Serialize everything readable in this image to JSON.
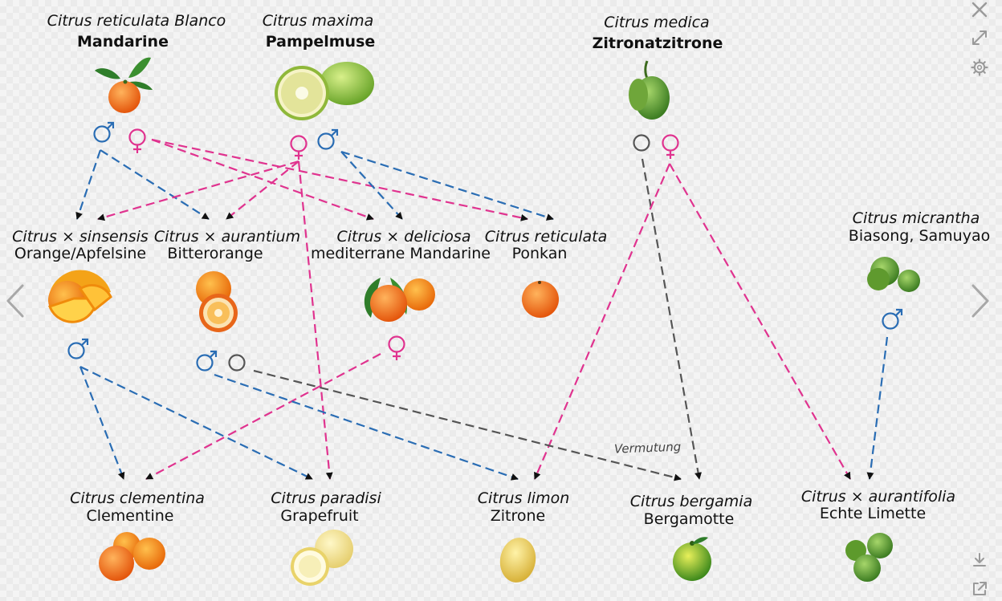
{
  "colors": {
    "male": "#2a6db4",
    "female": "#e0338f",
    "unknown": "#555555",
    "background": "#f4f4f4"
  },
  "nodes": [
    {
      "id": "mandarine",
      "species": "Citrus reticulata Blanco",
      "common": "Mandarine",
      "fruit": "mandarin-fruit-icon"
    },
    {
      "id": "pampelmuse",
      "species": "Citrus maxima",
      "common": "Pampelmuse",
      "fruit": "pomelo-fruit-icon"
    },
    {
      "id": "zitronatzitrone",
      "species": "Citrus medica",
      "common": "Zitronatzitrone",
      "fruit": "citron-fruit-icon"
    },
    {
      "id": "orange",
      "species": "Citrus × sinsensis",
      "common": "Orange/Apfelsine",
      "fruit": "orange-fruit-icon"
    },
    {
      "id": "bitterorange",
      "species": "Citrus × aurantium",
      "common": "Bitterorange",
      "fruit": "bitter-orange-fruit-icon"
    },
    {
      "id": "mediterrane",
      "species": "Citrus × deliciosa",
      "common": "mediterrane Mandarine",
      "fruit": "mediterranean-mandarin-fruit-icon"
    },
    {
      "id": "ponkan",
      "species": "Citrus reticulata",
      "common": "Ponkan",
      "fruit": "ponkan-fruit-icon"
    },
    {
      "id": "micrantha",
      "species": "Citrus micrantha",
      "common": "Biasong, Samuyao",
      "fruit": "micrantha-fruit-icon"
    },
    {
      "id": "clementine",
      "species": "Citrus clementina",
      "common": "Clementine",
      "fruit": "clementine-fruit-icon"
    },
    {
      "id": "grapefruit",
      "species": "Citrus paradisi",
      "common": "Grapefruit",
      "fruit": "grapefruit-fruit-icon"
    },
    {
      "id": "zitrone",
      "species": "Citrus limon",
      "common": "Zitrone",
      "fruit": "lemon-fruit-icon"
    },
    {
      "id": "bergamotte",
      "species": "Citrus bergamia",
      "common": "Bergamotte",
      "fruit": "bergamot-fruit-icon"
    },
    {
      "id": "limette",
      "species": "Citrus × aurantifolia",
      "common": "Echte Limette",
      "fruit": "lime-fruit-icon"
    }
  ],
  "edges": [
    {
      "from": "mandarine",
      "to": "orange",
      "role": "male"
    },
    {
      "from": "mandarine",
      "to": "bitterorange",
      "role": "male"
    },
    {
      "from": "mandarine",
      "to": "mediterrane",
      "role": "female"
    },
    {
      "from": "mandarine",
      "to": "ponkan",
      "role": "female"
    },
    {
      "from": "pampelmuse",
      "to": "orange",
      "role": "female"
    },
    {
      "from": "pampelmuse",
      "to": "bitterorange",
      "role": "female"
    },
    {
      "from": "pampelmuse",
      "to": "grapefruit",
      "role": "female"
    },
    {
      "from": "pampelmuse",
      "to": "mediterrane",
      "role": "male"
    },
    {
      "from": "pampelmuse",
      "to": "ponkan",
      "role": "male"
    },
    {
      "from": "zitronatzitrone",
      "to": "bergamotte",
      "role": "unknown"
    },
    {
      "from": "zitronatzitrone",
      "to": "zitrone",
      "role": "female"
    },
    {
      "from": "zitronatzitrone",
      "to": "limette",
      "role": "female"
    },
    {
      "from": "orange",
      "to": "clementine",
      "role": "male"
    },
    {
      "from": "orange",
      "to": "grapefruit",
      "role": "male"
    },
    {
      "from": "mediterrane",
      "to": "clementine",
      "role": "female"
    },
    {
      "from": "bitterorange",
      "to": "zitrone",
      "role": "male"
    },
    {
      "from": "bitterorange",
      "to": "bergamotte",
      "role": "unknown"
    },
    {
      "from": "micrantha",
      "to": "limette",
      "role": "male"
    }
  ],
  "annotation": "Vermutung",
  "symbols": {
    "male": "♂",
    "female": "♀"
  },
  "ui": {
    "close": "close-icon",
    "fullscreen": "expand-icon",
    "settings": "gear-icon",
    "download": "download-icon",
    "share": "share-icon",
    "prev": "chevron-left-icon",
    "next": "chevron-right-icon"
  }
}
